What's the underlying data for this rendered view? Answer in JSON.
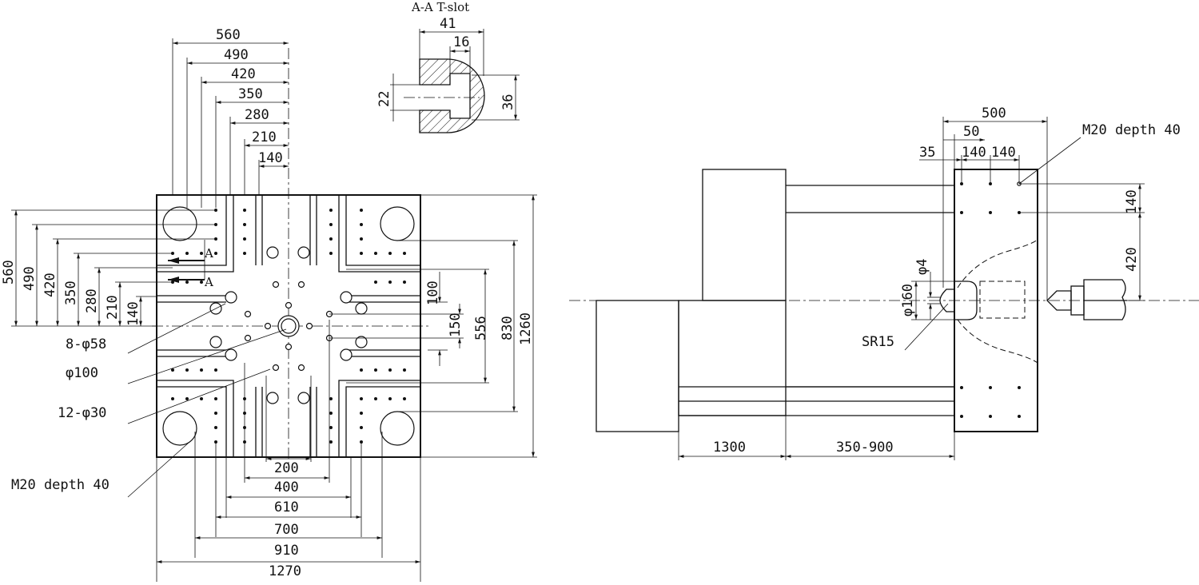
{
  "section": {
    "title": "A-A  T-slot",
    "dim_41": "41",
    "dim_16": "16",
    "dim_22": "22",
    "dim_36": "36"
  },
  "platen": {
    "top_dims": [
      "560",
      "490",
      "420",
      "350",
      "280",
      "210",
      "140"
    ],
    "left_dims": [
      "560",
      "490",
      "420",
      "350",
      "280",
      "210",
      "140"
    ],
    "bottom_dims": [
      "200",
      "400",
      "610",
      "700",
      "910",
      "1270"
    ],
    "right_dims": [
      "100",
      "150",
      "556",
      "830",
      "1260"
    ],
    "section_mark": "A",
    "callouts": {
      "holes_large": "8-φ58",
      "center_hole": "φ100",
      "holes_small": "12-φ30",
      "tap_holes": "M20 depth 40"
    }
  },
  "side": {
    "top_dims": [
      "500",
      "50",
      "35",
      "140",
      "140"
    ],
    "right_dims": [
      "140",
      "420"
    ],
    "bottom_dims": [
      "1300",
      "350-900"
    ],
    "callouts": {
      "tap_holes": "M20 depth 40",
      "nozzle_hole": "φ4",
      "nozzle_dia": "φ160",
      "nozzle_radius": "SR15"
    }
  }
}
